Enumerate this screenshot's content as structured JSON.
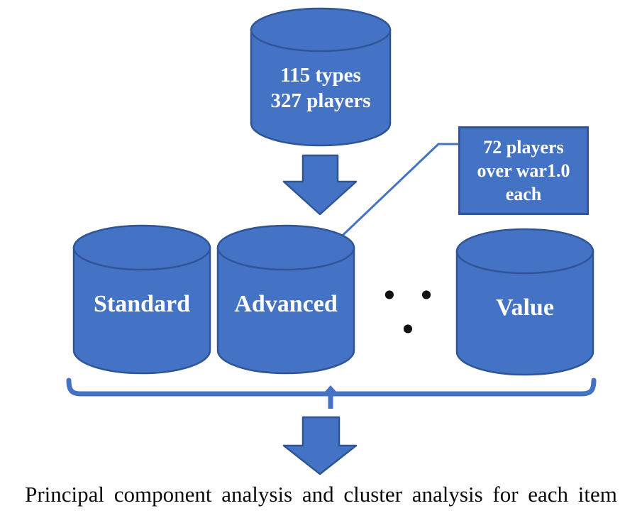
{
  "colors": {
    "shape_fill": "#4472C4",
    "shape_border": "#2F5597",
    "connector": "#4472C4",
    "dots": "#111111",
    "shape_text": "#FFFFFF",
    "caption_text": "#0A0A0A"
  },
  "top_cylinder": {
    "line1": "115 types",
    "line2": "327 players"
  },
  "callout": {
    "line1": "72 players",
    "line2": "over war1.0",
    "line3": "each"
  },
  "row": {
    "cylinders": [
      {
        "label": "Standard"
      },
      {
        "label": "Advanced"
      },
      {
        "label": "Value"
      }
    ],
    "ellipsis": "• • •"
  },
  "caption": "Principal component analysis and cluster analysis for each item"
}
